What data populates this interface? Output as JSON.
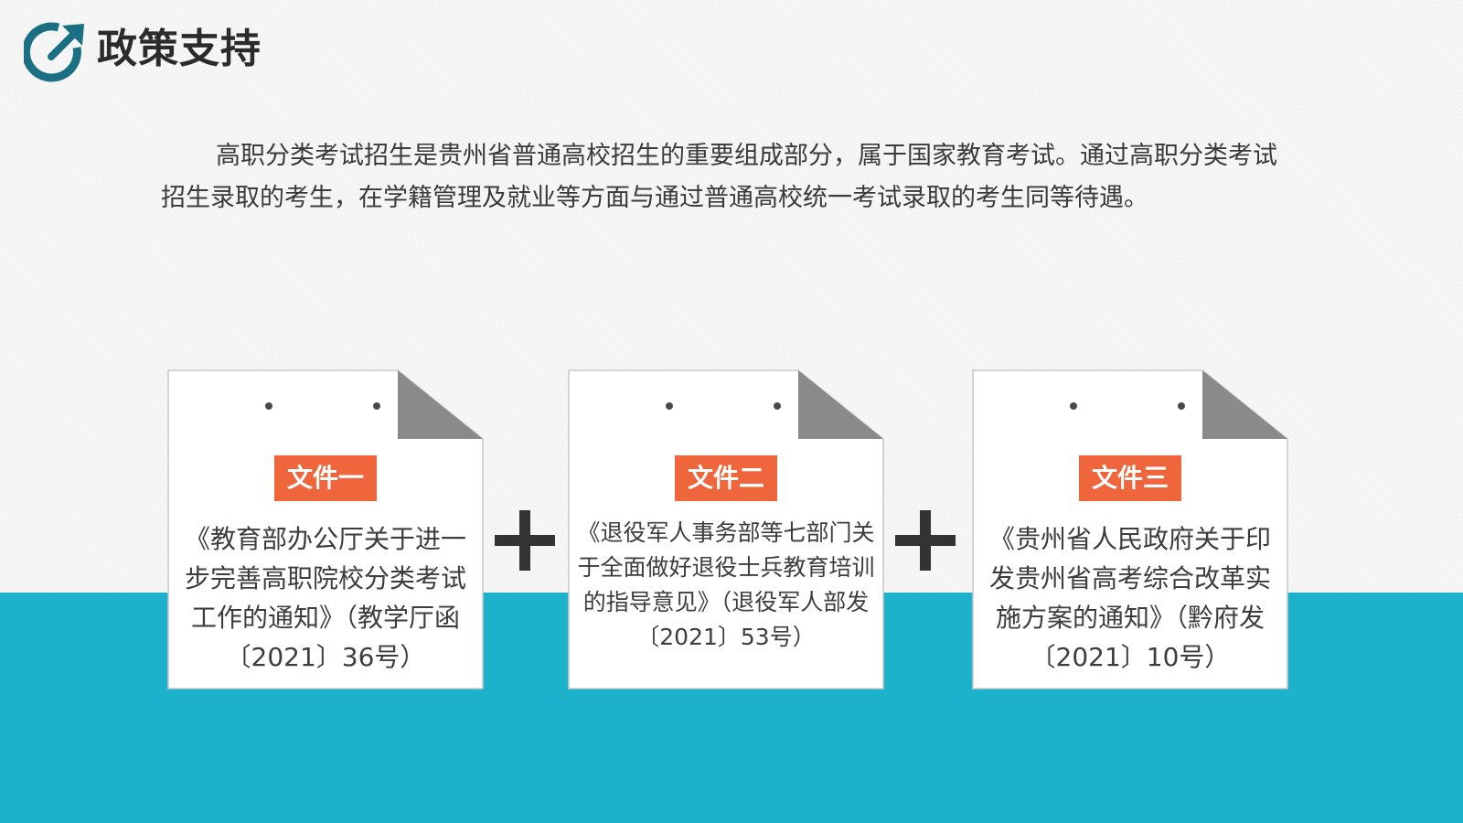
{
  "header": {
    "title": "政策支持",
    "logo_icon": "circular-arrow-icon"
  },
  "intro": {
    "text": "高职分类考试招生是贵州省普通高校招生的重要组成部分，属于国家教育考试。通过高职分类考试招生录取的考生，在学籍管理及就业等方面与通过普通高校统一考试录取的考生同等待遇。"
  },
  "documents": [
    {
      "badge": "文件一",
      "text": "《教育部办公厅关于进一步完善高职院校分类考试工作的通知》（教学厅函〔2021〕36号）"
    },
    {
      "badge": "文件二",
      "text": "《退役军人事务部等七部门关于全面做好退役士兵教育培训的指导意见》（退役军人部发〔2021〕53号）"
    },
    {
      "badge": "文件三",
      "text": "《贵州省人民政府关于印发贵州省高考综合改革实施方案的通知》（黔府发〔2021〕10号）"
    }
  ],
  "colors": {
    "accent_orange": "#f0663c",
    "teal_band": "#1db2cb",
    "logo_teal": "#1a6f82"
  }
}
